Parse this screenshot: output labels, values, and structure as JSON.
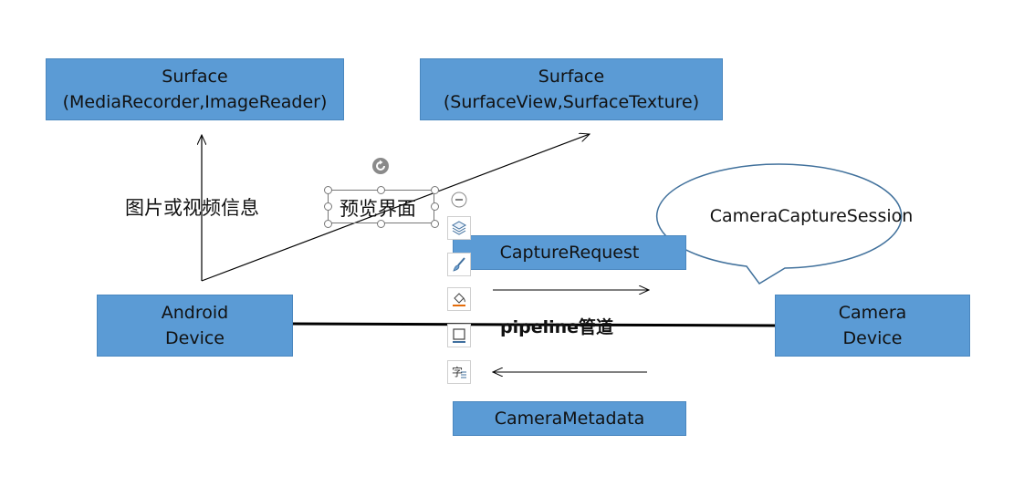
{
  "surface_recorder": {
    "line1": "Surface",
    "line2": "(MediaRecorder,ImageReader)"
  },
  "surface_view": {
    "line1": "Surface",
    "line2": "(SurfaceView,SurfaceTexture)"
  },
  "android_device": {
    "line1": "Android",
    "line2": "Device"
  },
  "camera_device": {
    "line1": "Camera",
    "line2": "Device"
  },
  "capture_request": "CaptureRequest",
  "camera_metadata": "CameraMetadata",
  "camera_capture_session": "CameraCaptureSession",
  "image_video_info": "图片或视频信息",
  "preview_ui": "预览界面",
  "pipeline_label": "pipeline管道",
  "colors": {
    "box_fill": "#5b9bd5",
    "line": "#000000"
  },
  "toolbar_icons": [
    "layers-icon",
    "brush-icon",
    "fill-icon",
    "border-icon",
    "text-style-icon"
  ]
}
